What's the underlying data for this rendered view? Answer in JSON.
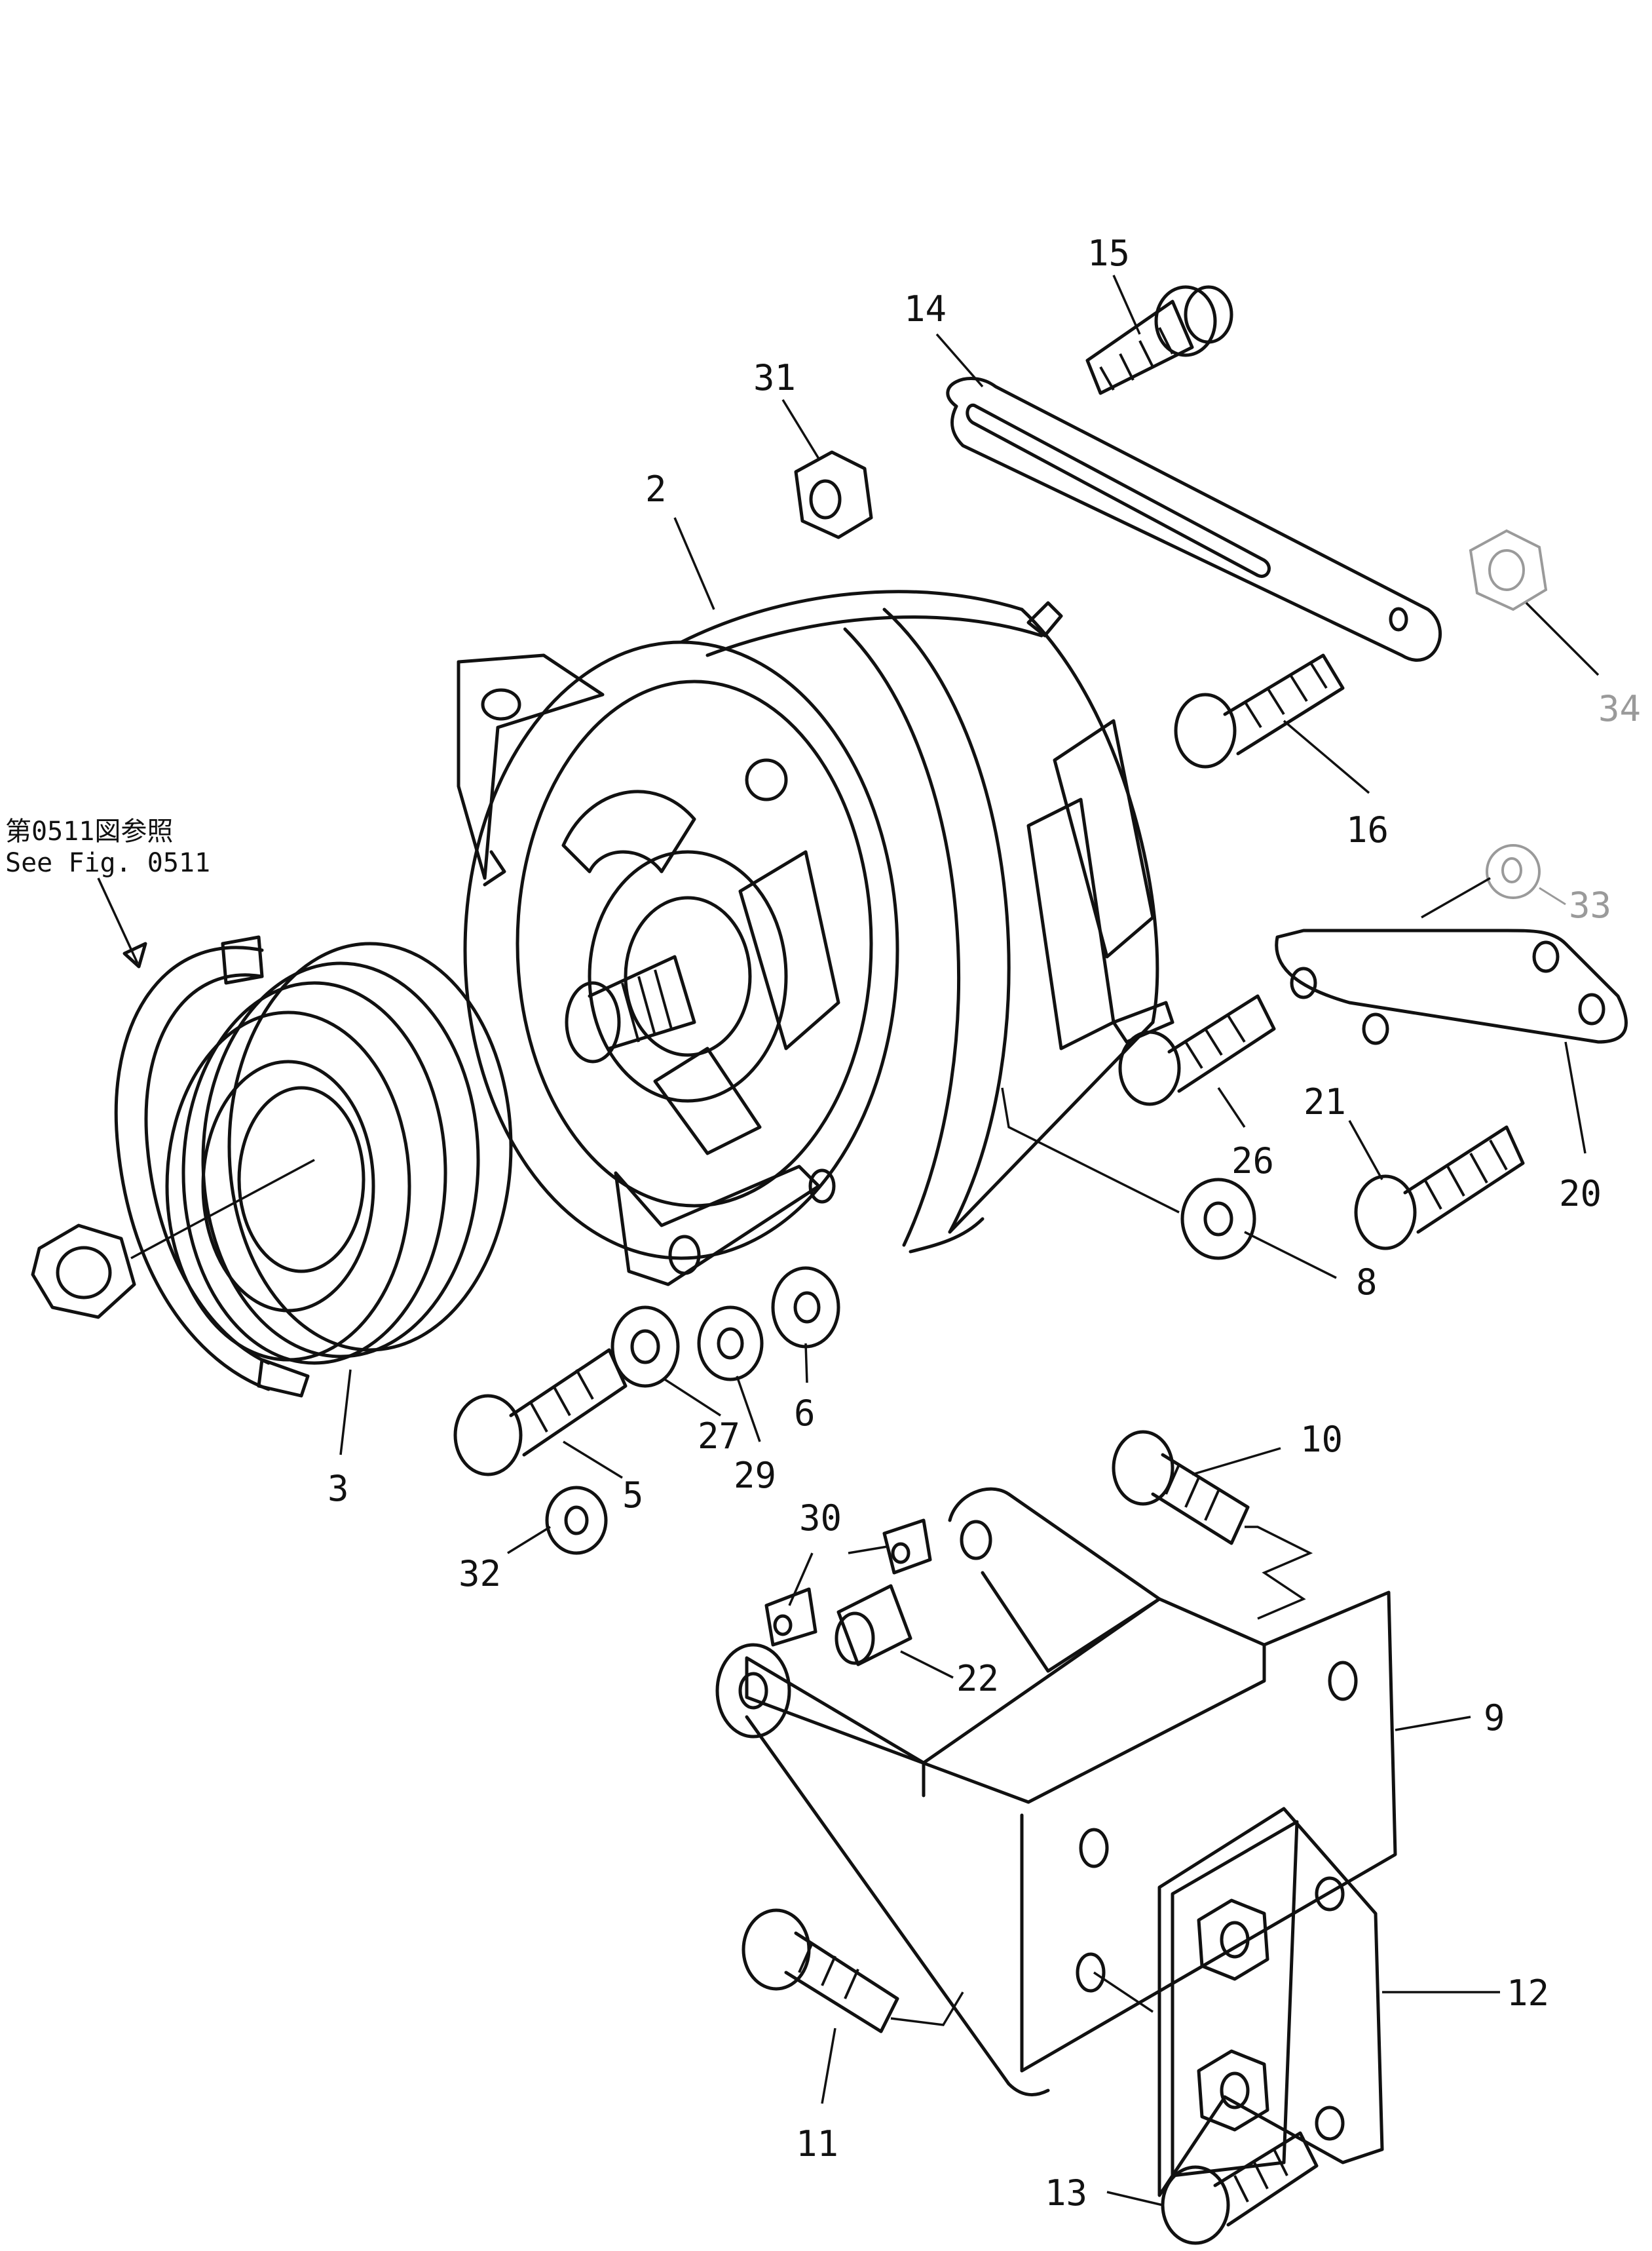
{
  "reference_note": {
    "line_ja": "第0511図参照",
    "line_en": "See Fig. 0511"
  },
  "callouts": {
    "c2": "2",
    "c3": "3",
    "c5": "5",
    "c6": "6",
    "c8": "8",
    "c9": "9",
    "c10": "10",
    "c11": "11",
    "c12": "12",
    "c13": "13",
    "c14": "14",
    "c15": "15",
    "c16": "16",
    "c20": "20",
    "c21": "21",
    "c22": "22",
    "c26": "26",
    "c27": "27",
    "c29": "29",
    "c30": "30",
    "c31": "31",
    "c32": "32",
    "c33": "33",
    "c34": "34"
  },
  "parts": [
    {
      "name": "alternator",
      "callout": "2"
    },
    {
      "name": "pulley",
      "callout": "3"
    },
    {
      "name": "bolt",
      "callout": "5"
    },
    {
      "name": "washer",
      "callout": "6"
    },
    {
      "name": "nut",
      "callout": "8"
    },
    {
      "name": "bracket",
      "callout": "9"
    },
    {
      "name": "bolt",
      "callout": "10"
    },
    {
      "name": "bolt",
      "callout": "11"
    },
    {
      "name": "plate",
      "callout": "12"
    },
    {
      "name": "bolt",
      "callout": "13"
    },
    {
      "name": "adjusting-bar",
      "callout": "14"
    },
    {
      "name": "bolt",
      "callout": "15"
    },
    {
      "name": "bolt",
      "callout": "16"
    },
    {
      "name": "plate",
      "callout": "20"
    },
    {
      "name": "bolt",
      "callout": "21"
    },
    {
      "name": "spacer",
      "callout": "22"
    },
    {
      "name": "bolt",
      "callout": "26"
    },
    {
      "name": "washer",
      "callout": "27"
    },
    {
      "name": "lock-washer",
      "callout": "29"
    },
    {
      "name": "bushing",
      "callout": "30"
    },
    {
      "name": "nut",
      "callout": "31"
    },
    {
      "name": "lock-washer",
      "callout": "32"
    },
    {
      "name": "washer",
      "callout": "33"
    },
    {
      "name": "nut",
      "callout": "34"
    }
  ]
}
